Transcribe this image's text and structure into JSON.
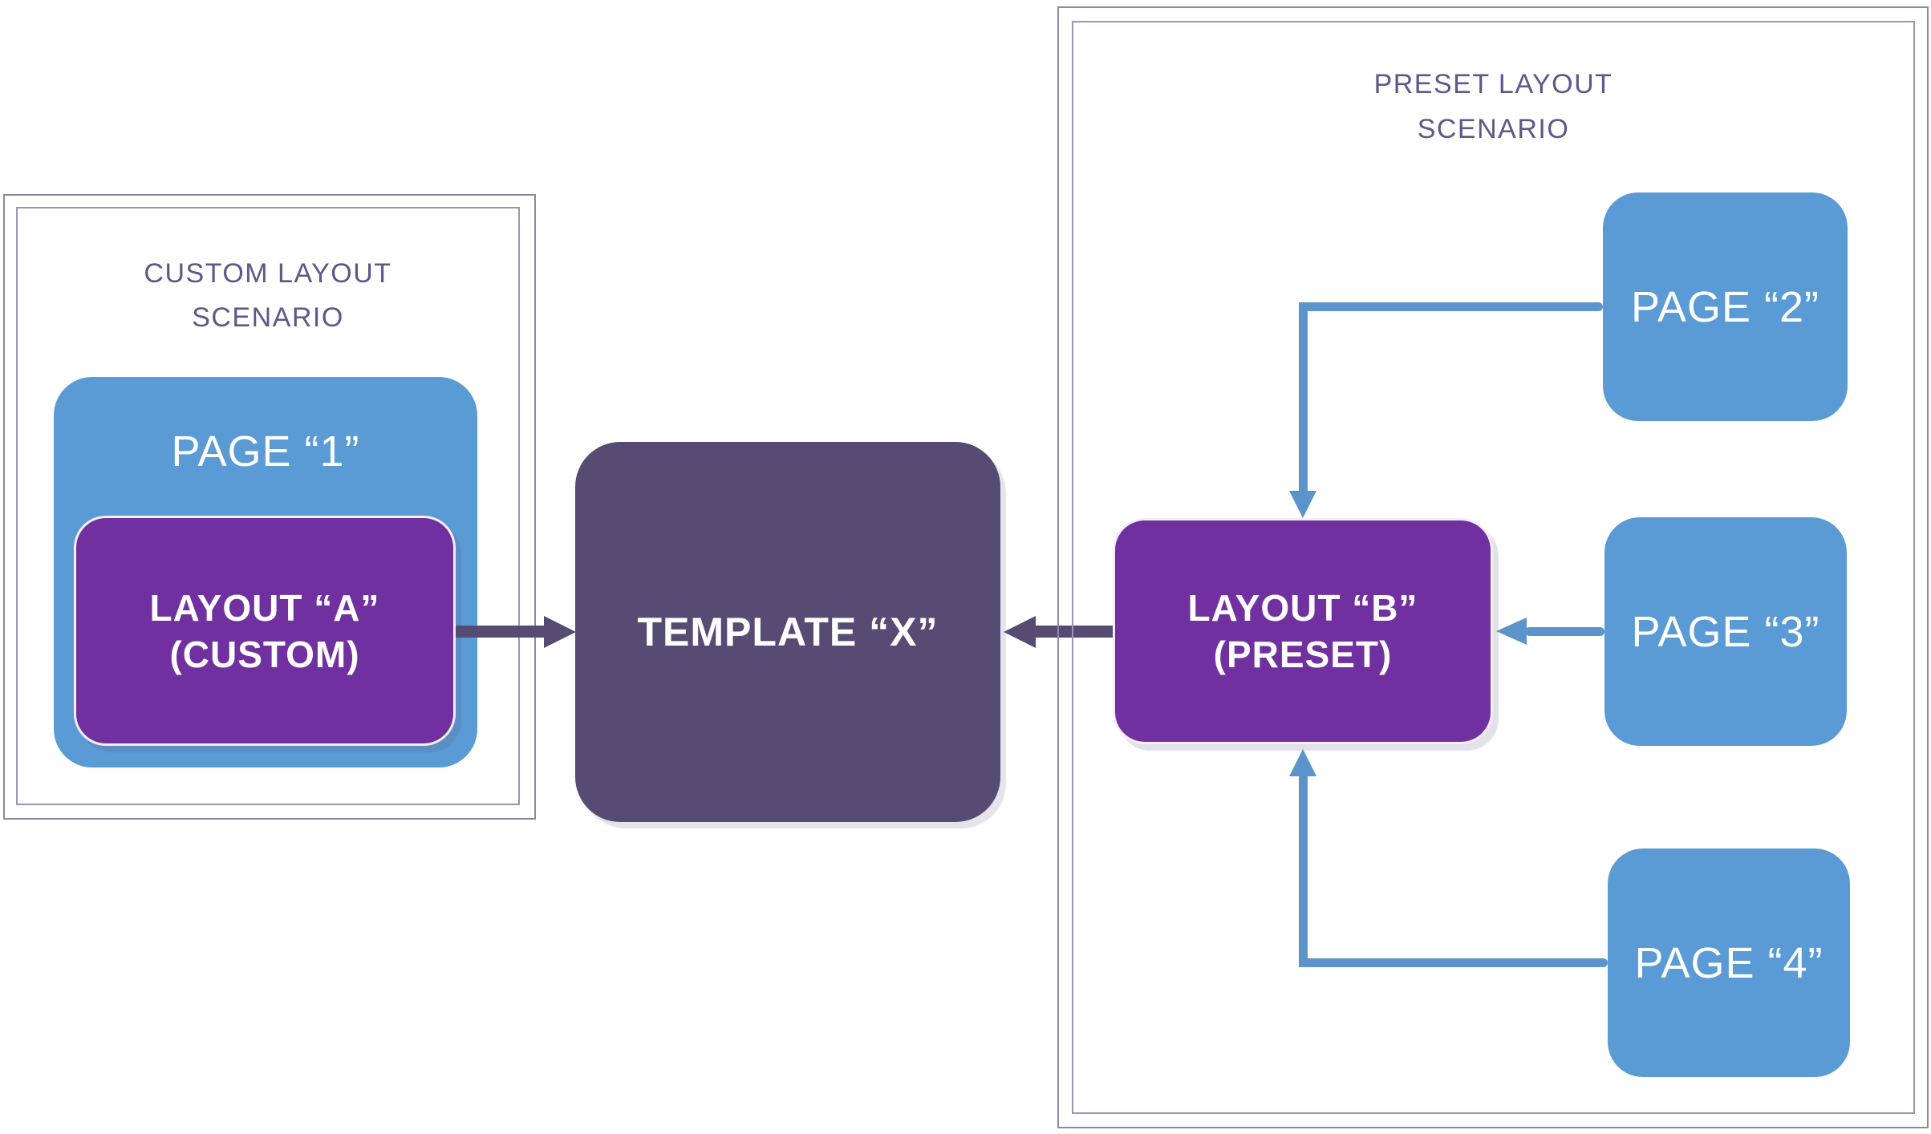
{
  "left_panel": {
    "title": "CUSTOM LAYOUT SCENARIO",
    "title_lines": [
      "CUSTOM LAYOUT",
      "SCENARIO"
    ],
    "page_box_label": "PAGE “1”",
    "layout_box": {
      "line1": "LAYOUT “A”",
      "line2": "(CUSTOM)"
    }
  },
  "center": {
    "template_box_label": "TEMPLATE “X”"
  },
  "right_panel": {
    "title": "PRESET LAYOUT SCENARIO",
    "title_lines": [
      "PRESET LAYOUT",
      "SCENARIO"
    ],
    "layout_box": {
      "line1": "LAYOUT “B”",
      "line2": "(PRESET)"
    },
    "pages": [
      "PAGE “2”",
      "PAGE “3”",
      "PAGE “4”"
    ]
  },
  "connections": [
    "LAYOUT A (CUSTOM) -> TEMPLATE X",
    "LAYOUT B (PRESET) -> TEMPLATE X",
    "PAGE 2 -> LAYOUT B",
    "PAGE 3 -> LAYOUT B",
    "PAGE 4 -> LAYOUT B"
  ],
  "colors": {
    "page_blue": "#5B9BD5",
    "layout_purple": "#7030A0",
    "template_slate": "#564B72",
    "connector_blue": "#5B94CB",
    "panel_border": "#8C87A8",
    "title_text": "#5E578A"
  }
}
